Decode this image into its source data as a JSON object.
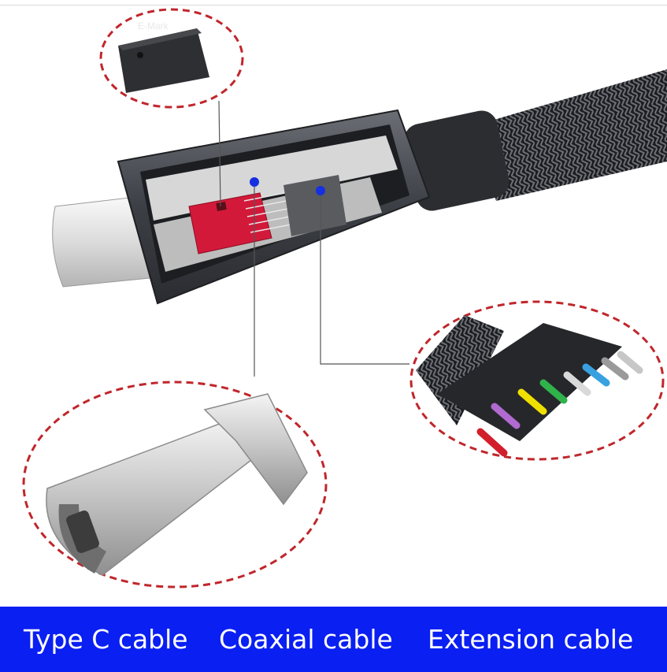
{
  "chip_label": "E-Mark",
  "captions": {
    "type_c": "Type C cable",
    "coaxial": "Coaxial cable",
    "extension": "Extension cable"
  },
  "colors": {
    "caption_bar": "#0a1ff2",
    "caption_text": "#ffffff",
    "callout_outline": "#c0262b",
    "marker_dot": "#1530e0",
    "pcb": "#d3193a"
  }
}
